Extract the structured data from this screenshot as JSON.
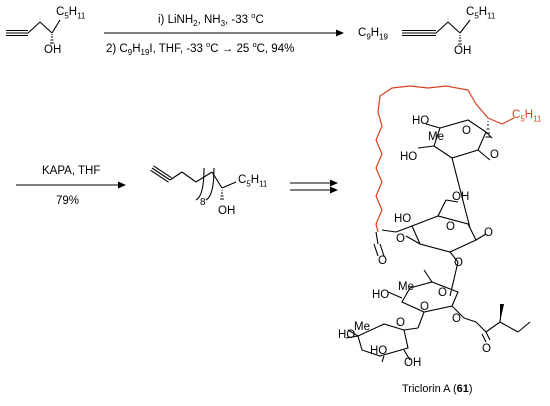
{
  "reagents": {
    "step1_line1": "i) LiNH₂, NH₃, -33 °C",
    "step1_line2": "2) C₉H₁₉I, THF, -33 °C → 25 °C, 94%",
    "step2_line1": "KAPA, THF",
    "step2_line2": "79%"
  },
  "labels": {
    "c5h11": "C₅H₁₁",
    "oh": "OH",
    "c9h19": "C₉H₁₉",
    "eight": "8",
    "ho": "HO",
    "me": "Me",
    "o": "O"
  },
  "caption": {
    "name": "Triclorin A (",
    "number": "61",
    "close": ")"
  },
  "colors": {
    "bond": "#000000",
    "highlight": "#d8401e"
  }
}
